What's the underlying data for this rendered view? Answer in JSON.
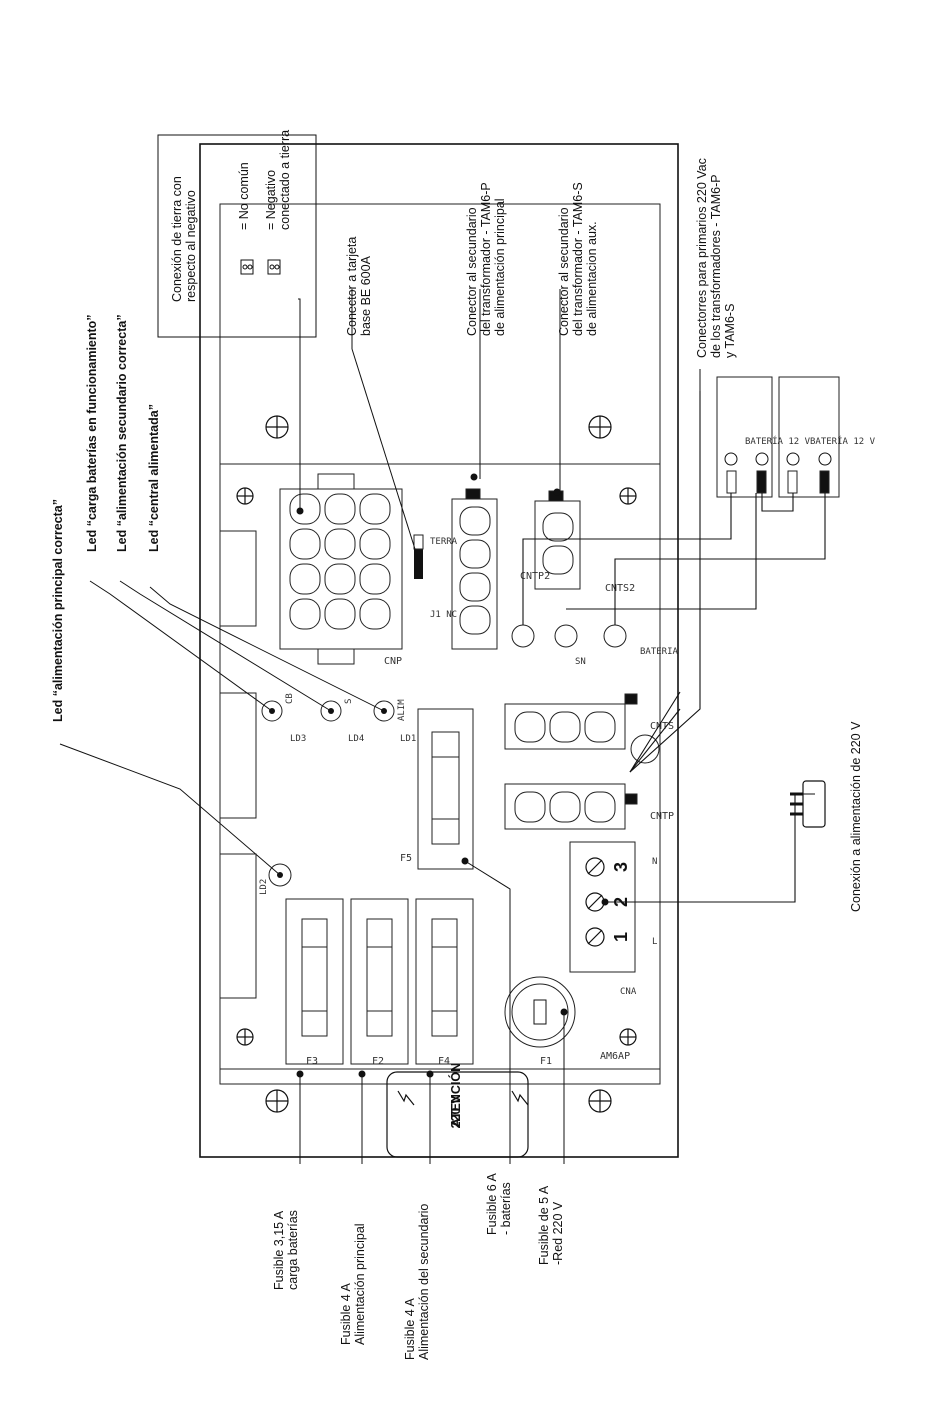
{
  "labels": {
    "led_principal": "Led “alimentación principal correcta”",
    "led_carga": "Led “carga baterías en funcionamiento”",
    "led_secundario": "Led “alimentación secundario correcta”",
    "led_central": "Led “central alimentada”",
    "conector_tarjeta_1": "Conector a tarjeta",
    "conector_tarjeta_2": "base BE 600A",
    "sec_p_1": "Conector al secundario",
    "sec_p_2": "del transformador - TAM6-P",
    "sec_p_3": "de alimentación principal",
    "sec_s_1": "Conector al secundario",
    "sec_s_2": "del transformador - TAM6-S",
    "sec_s_3": "de alimentacion aux.",
    "prim_1": "Conectorres para primarios 220 Vac",
    "prim_2": "de los transformadores - TAM6-P",
    "prim_3": "y TAM6-S",
    "conexion_220": "Conexión a alimentación de 220 V",
    "fus_315_1": "Fusible 3,15 A",
    "fus_315_2": "carga baterías",
    "fus_4p_1": "Fusible 4 A",
    "fus_4p_2": "Alimentación principal",
    "fus_4s_1": "Fusible 4 A",
    "fus_4s_2": "Alimentación del secundario",
    "fus_6_1": "Fusible 6 A",
    "fus_6_2": "- baterías",
    "fus_5_1": "Fusible de 5 A",
    "fus_5_2": "-Red 220 V"
  },
  "legend": {
    "title_1": "Conexión de tierra con",
    "title_2": "respecto al negativo",
    "no_comun": "= No común",
    "negativo_1": "= Negativo",
    "negativo_2": "conectado a tierra"
  },
  "board": {
    "atencion": "ATENCIÓN",
    "voltage": "220 V",
    "model": "AM6AP",
    "cna": "CNA",
    "cnp": "CNP",
    "cntp2": "CNTP2",
    "cnts2": "CNTS2",
    "cnts": "CNTS",
    "cntp": "CNTP",
    "j1nc": "J1 NC",
    "terra": "TERRA",
    "bateria": "BATERIA",
    "sn": "SN",
    "ld1": "LD1",
    "ld2": "LD2",
    "ld3": "LD3",
    "ld4": "LD4",
    "alim": "ALIM",
    "cb": "CB",
    "s": "S",
    "f1": "F1",
    "f2": "F2",
    "f3": "F3",
    "f4": "F4",
    "f5": "F5",
    "term_1": "1",
    "term_2": "2",
    "term_3": "3",
    "term_l": "L",
    "term_n": "N",
    "battery_label": "BATERÍA 12 V"
  }
}
